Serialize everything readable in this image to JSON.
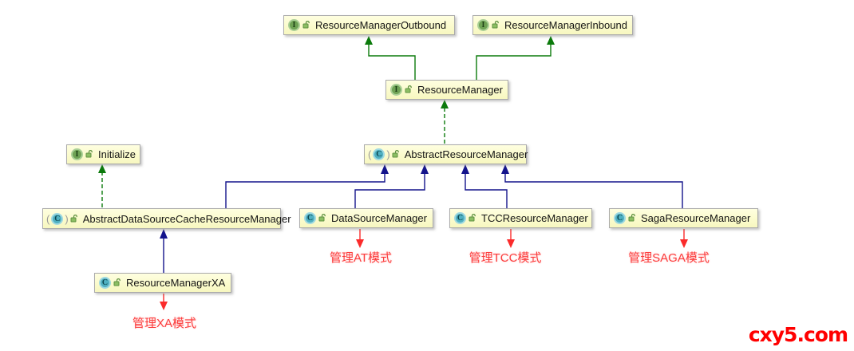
{
  "diagram": {
    "type": "uml-class-diagram",
    "nodes": [
      {
        "id": "outbound",
        "label": "ResourceManagerOutbound",
        "stereotype": "interface"
      },
      {
        "id": "inbound",
        "label": "ResourceManagerInbound",
        "stereotype": "interface"
      },
      {
        "id": "rm",
        "label": "ResourceManager",
        "stereotype": "interface"
      },
      {
        "id": "init",
        "label": "Initialize",
        "stereotype": "interface"
      },
      {
        "id": "arm",
        "label": "AbstractResourceManager",
        "stereotype": "abstract-class"
      },
      {
        "id": "adscrm",
        "label": "AbstractDataSourceCacheResourceManager",
        "stereotype": "abstract-class"
      },
      {
        "id": "dsm",
        "label": "DataSourceManager",
        "stereotype": "class"
      },
      {
        "id": "tcc",
        "label": "TCCResourceManager",
        "stereotype": "class"
      },
      {
        "id": "saga",
        "label": "SagaResourceManager",
        "stereotype": "class"
      },
      {
        "id": "xa",
        "label": "ResourceManagerXA",
        "stereotype": "class"
      }
    ],
    "edges": [
      {
        "from": "ResourceManager",
        "to": "ResourceManagerOutbound",
        "relation": "extends",
        "style": "solid-green"
      },
      {
        "from": "ResourceManager",
        "to": "ResourceManagerInbound",
        "relation": "extends",
        "style": "solid-green"
      },
      {
        "from": "AbstractResourceManager",
        "to": "ResourceManager",
        "relation": "implements",
        "style": "dashed-green"
      },
      {
        "from": "AbstractDataSourceCacheResourceManager",
        "to": "Initialize",
        "relation": "implements",
        "style": "dashed-green"
      },
      {
        "from": "AbstractDataSourceCacheResourceManager",
        "to": "AbstractResourceManager",
        "relation": "extends",
        "style": "solid-navy"
      },
      {
        "from": "DataSourceManager",
        "to": "AbstractResourceManager",
        "relation": "extends",
        "style": "solid-navy"
      },
      {
        "from": "TCCResourceManager",
        "to": "AbstractResourceManager",
        "relation": "extends",
        "style": "solid-navy"
      },
      {
        "from": "SagaResourceManager",
        "to": "AbstractResourceManager",
        "relation": "extends",
        "style": "solid-navy"
      },
      {
        "from": "ResourceManagerXA",
        "to": "AbstractDataSourceCacheResourceManager",
        "relation": "extends",
        "style": "solid-navy"
      }
    ],
    "notes": [
      {
        "id": "at",
        "target": "DataSourceManager",
        "text": "管理AT模式"
      },
      {
        "id": "tcc",
        "target": "TCCResourceManager",
        "text": "管理TCC模式"
      },
      {
        "id": "saga",
        "target": "SagaResourceManager",
        "text": "管理SAGA模式"
      },
      {
        "id": "xa",
        "target": "ResourceManagerXA",
        "text": "管理XA模式"
      }
    ],
    "icons": {
      "interface_letter": "I",
      "class_letter": "C",
      "abstract_paren_open": "(",
      "abstract_paren_close": ")",
      "visibility_icon": "open-lock"
    },
    "colors": {
      "node_fill": "#fbfbcd",
      "node_border": "#ababab",
      "interface_icon": "#6ea254",
      "class_icon": "#4fb0c1",
      "extends_line": "#14148c",
      "implements_line": "#0b7a0b",
      "note_text": "#fc3d3d",
      "watermark": "#ff0000"
    },
    "watermark": "cxy5.com"
  }
}
